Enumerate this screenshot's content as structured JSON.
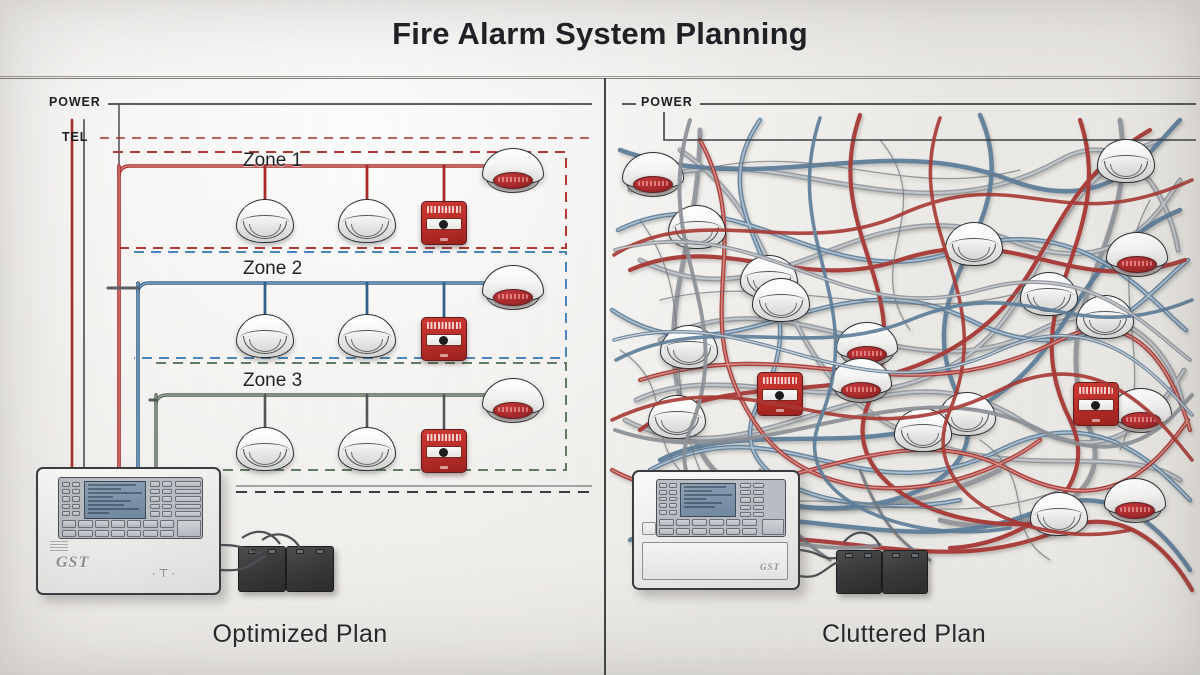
{
  "header": {
    "title": "Fire Alarm System Planning"
  },
  "panels": {
    "left": {
      "caption": "Optimized Plan",
      "feeds": [
        {
          "name": "power",
          "label": "POWER",
          "style": "solid",
          "color": "#2a2b2d"
        },
        {
          "name": "tel",
          "label": "TEL",
          "style": "dashed",
          "color": "#a3302c"
        }
      ],
      "zones": [
        {
          "id": "zone-1",
          "label": "Zone 1",
          "bus_color": "#a82b28",
          "boundary_color": "#b23a34",
          "boundary_style": "dashed",
          "devices": [
            "smoke-detector",
            "smoke-detector",
            "manual-call-point",
            "sounder-strobe"
          ]
        },
        {
          "id": "zone-2",
          "label": "Zone 2",
          "bus_color": "#35618c",
          "boundary_color": "#4a86bd",
          "boundary_style": "dashed",
          "devices": [
            "smoke-detector",
            "smoke-detector",
            "manual-call-point",
            "sounder-strobe"
          ]
        },
        {
          "id": "zone-3",
          "label": "Zone 3",
          "bus_color": "#4d5f4f",
          "boundary_color": "#5f7d60",
          "boundary_style": "dashed",
          "devices": [
            "smoke-detector",
            "smoke-detector",
            "manual-call-point",
            "sounder-strobe"
          ]
        }
      ],
      "control_panel": {
        "brand": "GST"
      },
      "batteries": {
        "count": 2
      }
    },
    "right": {
      "caption": "Cluttered Plan",
      "feeds": [
        {
          "name": "power",
          "label": "POWER",
          "style": "solid",
          "color": "#2a2b2d"
        }
      ],
      "cable_colors": [
        "#a83a35",
        "#5d7d99",
        "#7f8489"
      ],
      "devices": {
        "smoke_detectors": 13,
        "sounder_strobes": 6,
        "manual_call_points": 2
      },
      "control_panel": {
        "brand": "GST"
      },
      "batteries": {
        "count": 2
      }
    }
  },
  "icons": {
    "smoke_detector": "smoke-detector-icon",
    "sounder_strobe": "sounder-strobe-icon",
    "manual_call_point": "manual-call-point-icon",
    "control_panel": "fire-alarm-control-panel-icon",
    "battery": "backup-battery-icon"
  },
  "colors": {
    "background": "#efedea",
    "ink": "#1f2226",
    "zone1_red": "#a82b28",
    "zone2_blue": "#35618c",
    "zone3_green": "#4d5f4f",
    "divider": "#2b2c2e"
  }
}
